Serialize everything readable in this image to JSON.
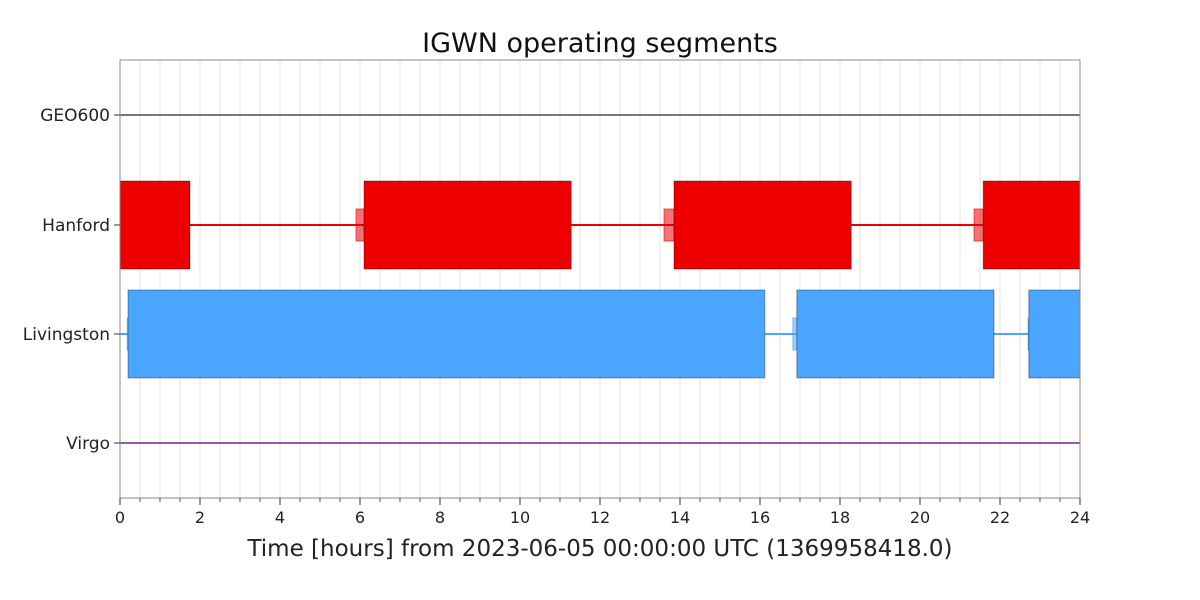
{
  "chart_data": {
    "type": "segments",
    "title": "IGWN operating segments",
    "xlabel": "Time [hours] from 2023-06-05 00:00:00 UTC (1369958418.0)",
    "ylabel": "",
    "xlim": [
      0,
      24
    ],
    "x_ticks": [
      0,
      2,
      4,
      6,
      8,
      10,
      12,
      14,
      16,
      18,
      20,
      22,
      24
    ],
    "grid": true,
    "series": [
      {
        "name": "GEO600",
        "color": "#777777",
        "segments": []
      },
      {
        "name": "Hanford",
        "color": "#ee0000",
        "segments": [
          [
            0,
            1.75
          ],
          [
            6.1,
            11.28
          ],
          [
            13.85,
            18.28
          ],
          [
            21.58,
            24
          ]
        ],
        "transitions": [
          [
            5.9,
            6.1
          ],
          [
            13.6,
            13.85
          ],
          [
            21.35,
            21.58
          ]
        ]
      },
      {
        "name": "Livingston",
        "color": "#4ba6ff",
        "segments": [
          [
            0.2,
            16.12
          ],
          [
            16.92,
            21.85
          ],
          [
            22.72,
            24
          ]
        ],
        "transitions": [
          [
            0.18,
            0.2
          ],
          [
            16.82,
            16.92
          ],
          [
            22.7,
            22.72
          ]
        ]
      },
      {
        "name": "Virgo",
        "color": "#9b59b6",
        "segments": []
      }
    ]
  }
}
